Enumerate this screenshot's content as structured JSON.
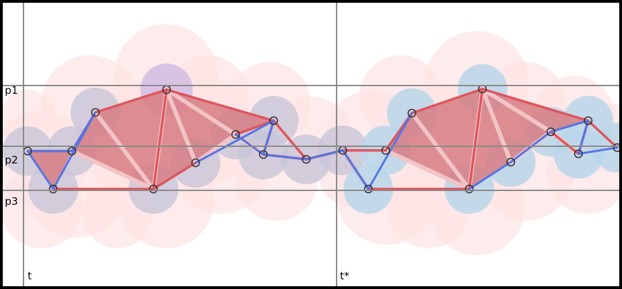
{
  "labels": {
    "p1": "p1",
    "p2": "p2",
    "p3": "p3",
    "t": "t",
    "t_star": "t*"
  },
  "colors": {
    "cloud": "#fde4e4",
    "cloud_edge": "#f8cfcf",
    "disk_blue": "#b8d6ea",
    "disk_gray": "#c7c6d8",
    "disk_violet": "#d9c2e6",
    "triangle_fill": "#d77d82",
    "edge_red": "#e0545c",
    "edge_blue": "#5474e6",
    "edge_light": "#f2c4c6",
    "grid": "#888888",
    "frame": "#000000"
  }
}
